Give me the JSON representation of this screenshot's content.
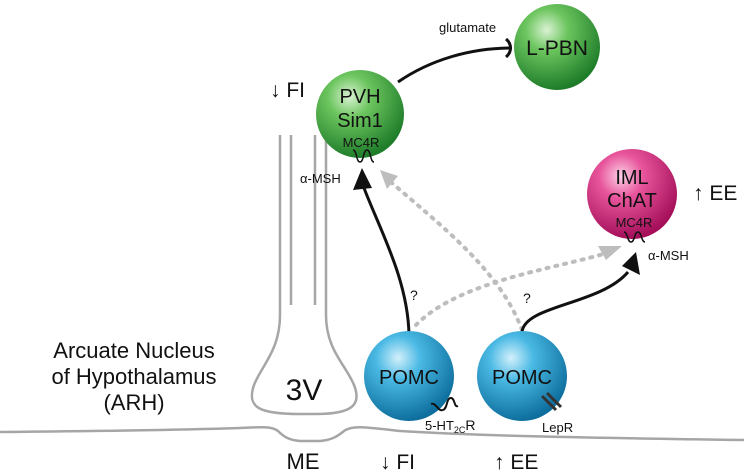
{
  "labels": {
    "glutamate": "glutamate",
    "lpbn": "L-PBN",
    "pvh_line1": "PVH",
    "pvh_line2": "Sim1",
    "pvh_receptor": "MC4R",
    "fi_top": "↓ FI",
    "alpha_msh_left": "α-MSH",
    "iml_line1": "IML",
    "iml_line2": "ChAT",
    "iml_receptor": "MC4R",
    "ee_right": "↑ EE",
    "alpha_msh_right": "α-MSH",
    "question_left": "?",
    "question_right": "?",
    "arh_line1": "Arcuate Nucleus",
    "arh_line2": "of Hypothalamus",
    "arh_line3": "(ARH)",
    "third_ventricle": "3V",
    "median_eminence": "ME",
    "pomc_left": "POMC",
    "pomc_right": "POMC",
    "receptor_5ht_main": "5-HT",
    "receptor_5ht_sub": "2C",
    "receptor_5ht_end": "R",
    "lepr": "LepR",
    "fi_bottom": "↓ FI",
    "ee_bottom": "↑ EE"
  },
  "colors": {
    "green_node": "#3fae4a",
    "magenta_node": "#d81b7a",
    "blue_node": "#1fa3d6",
    "solid_arrow": "#111111",
    "dotted_arrow": "#bdbdbd",
    "outline_gray": "#a6a6a6"
  }
}
